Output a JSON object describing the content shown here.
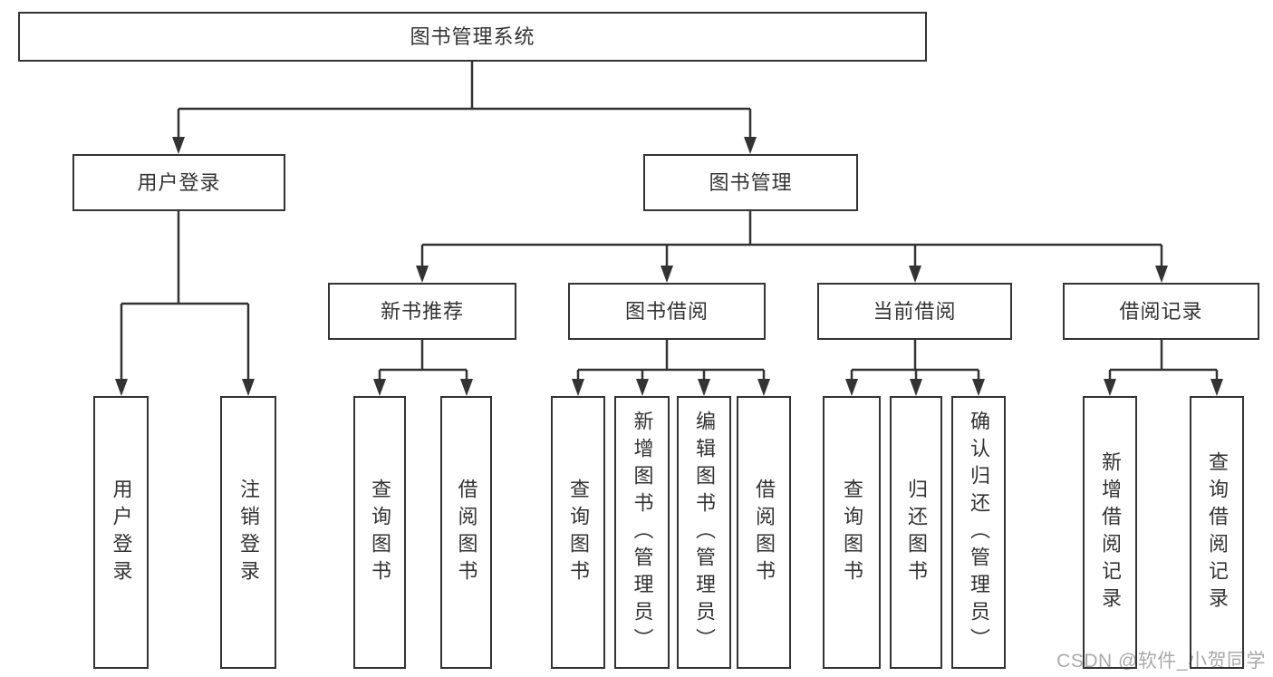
{
  "tree": {
    "label": "图书管理系统",
    "children": [
      {
        "label": "用户登录",
        "children": [
          {
            "label": "用户登录"
          },
          {
            "label": "注销登录"
          }
        ]
      },
      {
        "label": "图书管理",
        "children": [
          {
            "label": "新书推荐",
            "children": [
              {
                "label": "查询图书"
              },
              {
                "label": "借阅图书"
              }
            ]
          },
          {
            "label": "图书借阅",
            "children": [
              {
                "label": "查询图书"
              },
              {
                "label": "新增图书（管理员）"
              },
              {
                "label": "编辑图书（管理员）"
              },
              {
                "label": "借阅图书"
              }
            ]
          },
          {
            "label": "当前借阅",
            "children": [
              {
                "label": "查询图书"
              },
              {
                "label": "归还图书"
              },
              {
                "label": "确认归还（管理员）"
              }
            ]
          },
          {
            "label": "借阅记录",
            "children": [
              {
                "label": "新增借阅记录"
              },
              {
                "label": "查询借阅记录"
              }
            ]
          }
        ]
      }
    ]
  },
  "watermark": {
    "text": "CSDN @软件_小贺同学"
  },
  "colors": {
    "line": "#333333",
    "text": "#333333",
    "box_background": "#ffffff",
    "page_background": "#ffffff",
    "watermark": "#a9a9a9"
  }
}
